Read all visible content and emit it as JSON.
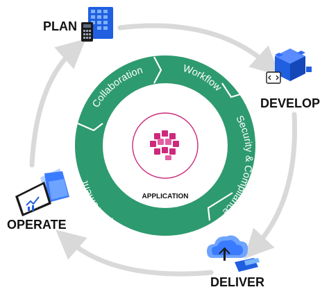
{
  "stages": {
    "plan": "PLAN",
    "develop": "DEVELOP",
    "deliver": "DELIVER",
    "operate": "OPERATE"
  },
  "ring": {
    "collaboration": "Collaboration",
    "workflow": "Workflow",
    "security": "Security & Compliance",
    "improvement": "Continuous Improvement"
  },
  "center": {
    "label": "APPLICATION"
  },
  "colors": {
    "ring": "#2e9a6f",
    "outer_arrows": "#d9d9d9",
    "hub": "#cc2a7c",
    "icon_blue": "#1f5fe0"
  },
  "icons": {
    "plan": "calculator-building-icon",
    "develop": "code-cube-icon",
    "deliver": "cloud-upload-icon",
    "operate": "dashboard-monitor-icon",
    "center": "cube-cluster-icon"
  }
}
